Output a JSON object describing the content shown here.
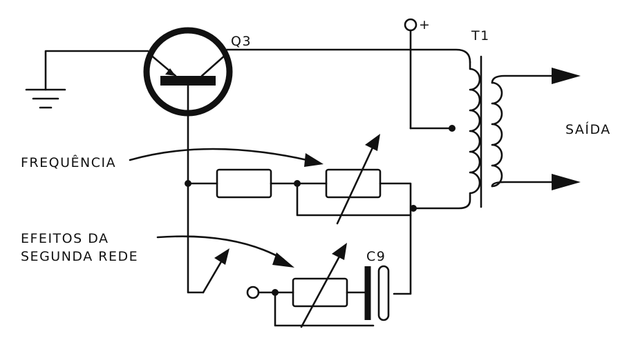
{
  "labels": {
    "transistor": "Q3",
    "transformer": "T1",
    "supply": "+",
    "output": "SAÍDA",
    "frequency": "FREQUÊNCIA",
    "second_net_line1": "EFEITOS DA",
    "second_net_line2": "SEGUNDA REDE",
    "capacitor": "C9"
  }
}
